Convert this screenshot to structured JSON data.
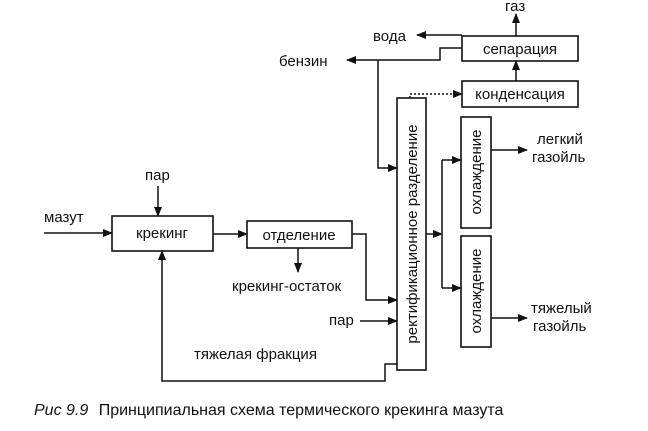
{
  "blocks": {
    "cracking": "крекинг",
    "separation_dept": "отделение",
    "rectification": "ректификационное разделение",
    "condensation": "конденсация",
    "separation": "сепарация",
    "cooling_1": "охлаждение",
    "cooling_2": "охлаждение"
  },
  "labels": {
    "mazut": "мазут",
    "steam_top": "пар",
    "steam_bottom": "пар",
    "residue": "крекинг-остаток",
    "heavy_fraction": "тяжелая фракция",
    "gasoline": "бензин",
    "water": "вода",
    "gas": "газ",
    "light_gasoil_1": "легкий",
    "light_gasoil_2": "газойль",
    "heavy_gasoil_1": "тяжелый",
    "heavy_gasoil_2": "газойль"
  },
  "caption": {
    "prefix": "Рис  9.9",
    "text": "Принципиальная схема термического крекинга мазута"
  }
}
